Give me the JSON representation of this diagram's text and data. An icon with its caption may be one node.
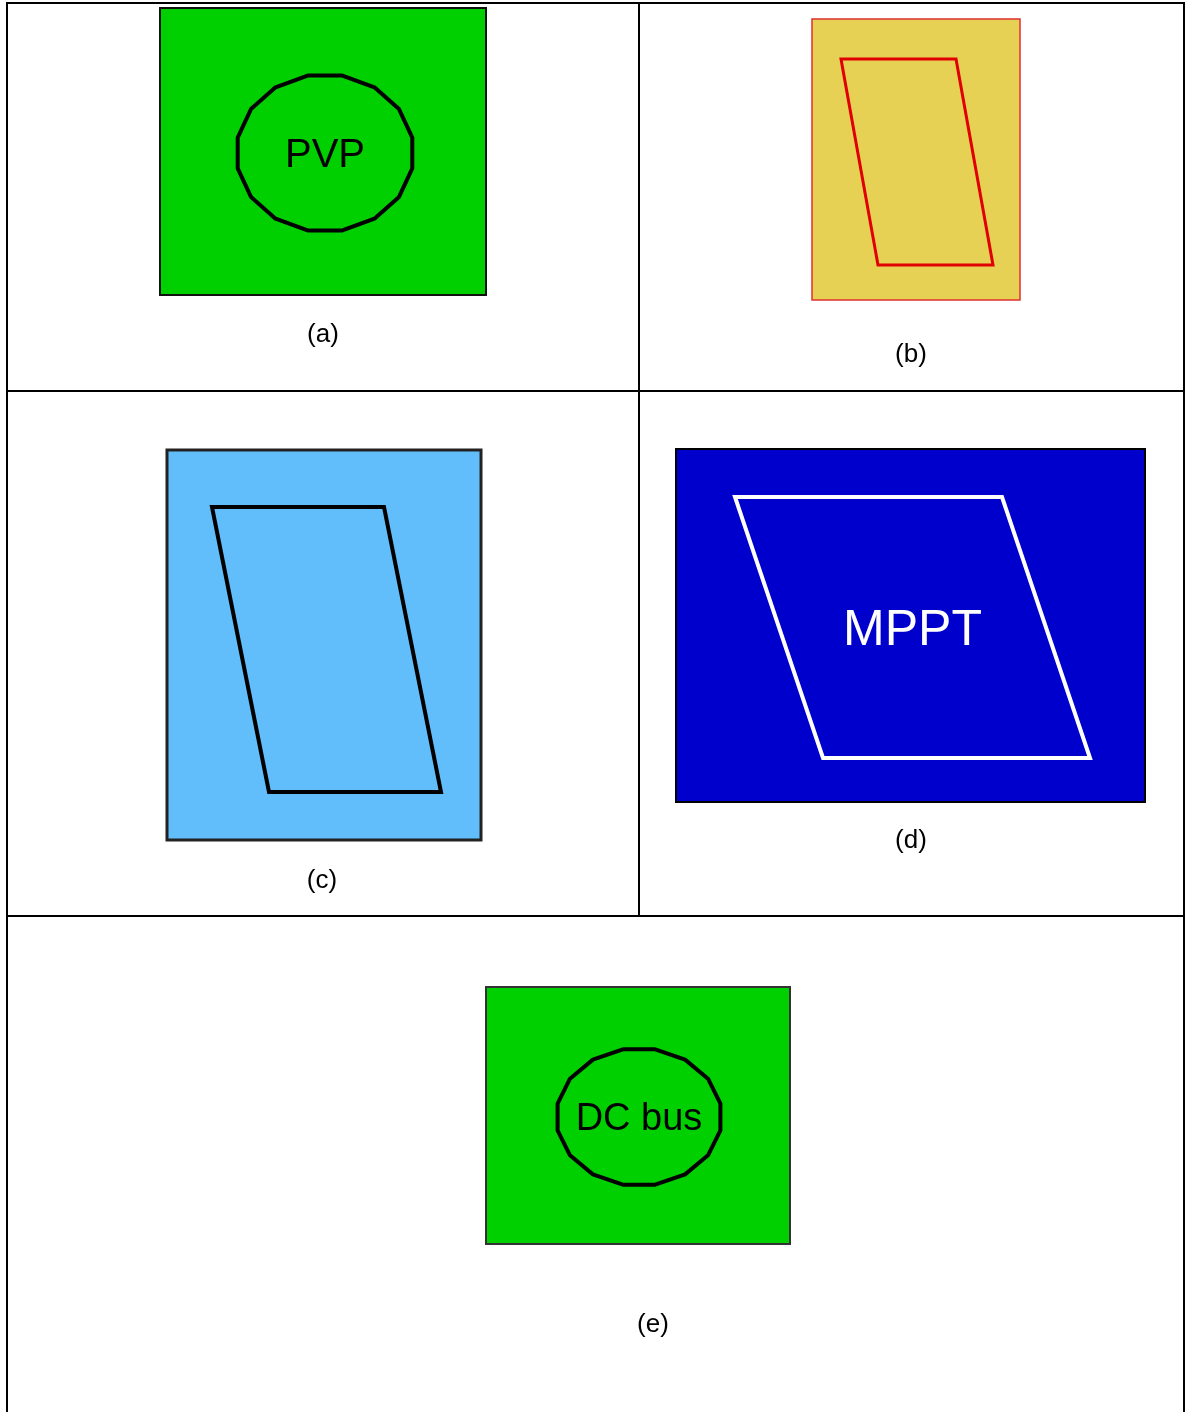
{
  "diagram": {
    "nodes": [
      {
        "text": [],
        "shape": "box",
        "beside": [
          "(a)"
        ]
      },
      {
        "text": [
          "PVP"
        ],
        "in": 0
      },
      {
        "text": [],
        "shape": "box",
        "beside": [
          "(b)"
        ]
      },
      {
        "text": [],
        "shape": "parallelogram",
        "in": 2
      },
      {
        "text": [],
        "shape": "box",
        "beside": [
          "(c)"
        ]
      },
      {
        "text": [],
        "shape": "parallelogram",
        "in": 4
      },
      {
        "text": [],
        "shape": "box",
        "beside": [
          "(d)"
        ]
      },
      {
        "text": [
          "MPPT"
        ],
        "in": 6
      },
      {
        "text": [],
        "shape": "box",
        "beside": [
          "(e)"
        ]
      },
      {
        "text": [
          "DC bus"
        ],
        "in": 8
      }
    ]
  }
}
